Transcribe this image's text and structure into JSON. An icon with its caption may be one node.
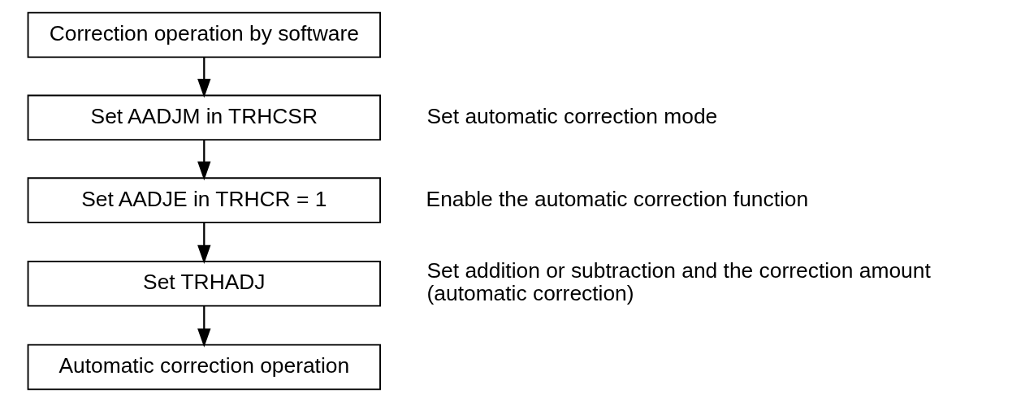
{
  "diagram": {
    "nodes": [
      {
        "text": [
          "Correction operation by software"
        ]
      },
      {
        "text": [
          "Set AADJM in TRHCSR"
        ],
        "beside": [
          "Set automatic correction mode"
        ]
      },
      {
        "text": [
          "Set AADJE in TRHCR = 1"
        ],
        "beside": [
          "Enable the automatic correction function"
        ]
      },
      {
        "text": [
          "Set TRHADJ"
        ],
        "beside": [
          "Set addition or subtraction and the correction amount (automatic correction)"
        ]
      },
      {
        "text": [
          "Automatic correction operation"
        ]
      }
    ],
    "edges": [
      {
        "from": 0,
        "to": 1,
        "arrow": "to"
      },
      {
        "from": 1,
        "to": 2,
        "arrow": "to"
      },
      {
        "from": 2,
        "to": 3,
        "arrow": "to"
      },
      {
        "from": 3,
        "to": 4,
        "arrow": "to"
      }
    ]
  }
}
